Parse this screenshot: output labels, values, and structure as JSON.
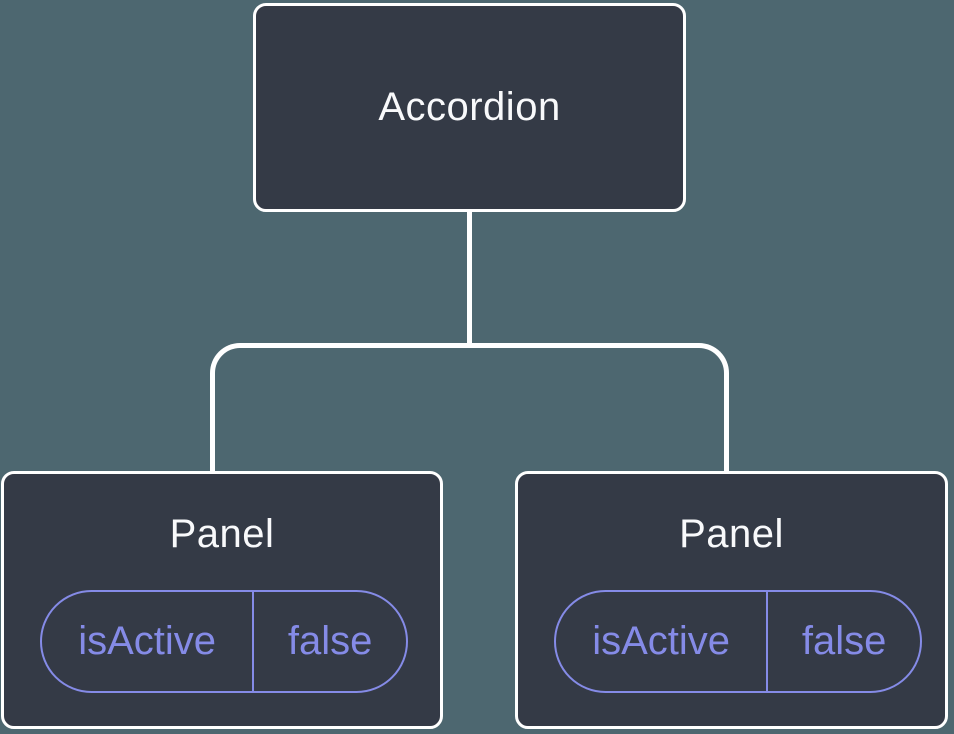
{
  "diagram": {
    "description": "React component tree diagram",
    "colors": {
      "bg": "#4D6770",
      "node-bg": "#343A46",
      "node-border": "#FFFFFF",
      "title": "#F8F9FB",
      "accent": "#858BE7",
      "line": "#FFFFFF"
    },
    "tree": {
      "root": {
        "label": "Accordion"
      },
      "children": [
        {
          "label": "Panel",
          "state": {
            "name": "isActive",
            "value": "false"
          }
        },
        {
          "label": "Panel",
          "state": {
            "name": "isActive",
            "value": "false"
          }
        }
      ]
    }
  }
}
